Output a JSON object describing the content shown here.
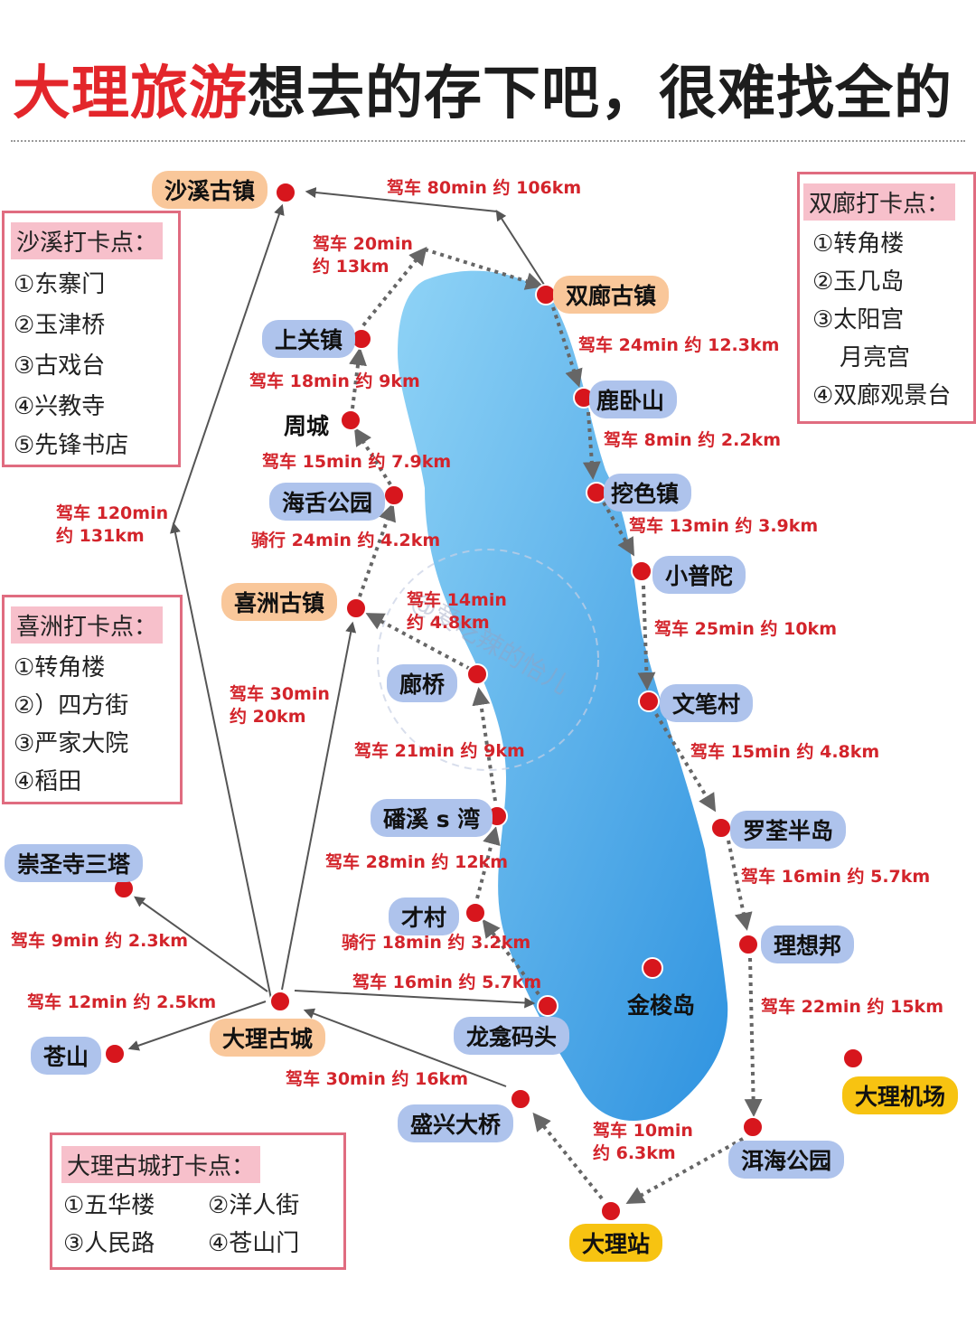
{
  "title": {
    "red": "大理旅游",
    "dark": "想去的存下吧，很难找全的"
  },
  "colors": {
    "red": "#e3262b",
    "lake": "#4aa7e6",
    "blue_tag": "#aec3ec",
    "orange_tag": "#f9c79a",
    "yellow_tag": "#f7c311",
    "box_border": "#e06c80"
  },
  "places": {
    "shaxi": "沙溪古镇",
    "shuanglang": "双廊古镇",
    "shangguan": "上关镇",
    "luwoshan": "鹿卧山",
    "zhoucheng": "周城",
    "waise": "挖色镇",
    "haishe": "海舌公园",
    "xiaoputuo": "小普陀",
    "xizhou": "喜洲古镇",
    "langqiao": "廊桥",
    "wenbi": "文笔村",
    "luoquan": "罗荃半岛",
    "panxi": "磻溪 s 湾",
    "chongsheng": "崇圣寺三塔",
    "caicun": "才村",
    "lixiangbang": "理想邦",
    "jinsuo": "金梭岛",
    "dali_old": "大理古城",
    "longkan": "龙龛码头",
    "cangshan": "苍山",
    "shengxing": "盛兴大桥",
    "airport": "大理机场",
    "erhai_park": "洱海公园",
    "station": "大理站"
  },
  "distances": {
    "d1": "驾车 80min 约 106km",
    "d2a": "驾车 20min",
    "d2b": "约 13km",
    "d3": "驾车 24min 约 12.3km",
    "d4": "驾车 18min 约 9km",
    "d5": "驾车 8min 约 2.2km",
    "d6": "驾车 15min 约 7.9km",
    "d7": "驾车 13min 约 3.9km",
    "d8a": "驾车 120min",
    "d8b": "约 131km",
    "d9": "骑行 24min 约 4.2km",
    "d10a": "驾车 14min",
    "d10b": "约 4.8km",
    "d11": "驾车 25min 约 10km",
    "d12a": "驾车 30min",
    "d12b": "约 20km",
    "d13": "驾车 21min 约 9km",
    "d14": "驾车 15min 约 4.8km",
    "d15": "驾车 28min 约 12km",
    "d16": "驾车 16min 约 5.7km",
    "d17": "驾车 9min 约 2.3km",
    "d18": "骑行 18min 约 3.2km",
    "d19": "驾车 16min 约 5.7km",
    "d20": "驾车 12min 约 2.5km",
    "d21": "驾车 22min 约 15km",
    "d22": "驾车 30min 约 16km",
    "d23a": "驾车 10min",
    "d23b": "约 6.3km"
  },
  "boxes": {
    "shaxi": {
      "title": "沙溪打卡点：",
      "items": [
        "①东寨门",
        "②玉津桥",
        "③古戏台",
        "④兴教寺",
        "⑤先锋书店"
      ]
    },
    "shuanglang": {
      "title": "双廊打卡点：",
      "items": [
        "①转角楼",
        "②玉几岛",
        "③太阳宫",
        "月亮宫",
        "④双廊观景台"
      ]
    },
    "xizhou": {
      "title": "喜洲打卡点：",
      "items": [
        "①转角楼",
        "②）四方街",
        "③严家大院",
        "④稻田"
      ]
    },
    "dali": {
      "title": "大理古城打卡点：",
      "items": [
        "①五华楼",
        "②洋人街",
        "③人民路",
        "④苍山门"
      ]
    }
  },
  "watermark": "@爱吃辣的怡儿"
}
